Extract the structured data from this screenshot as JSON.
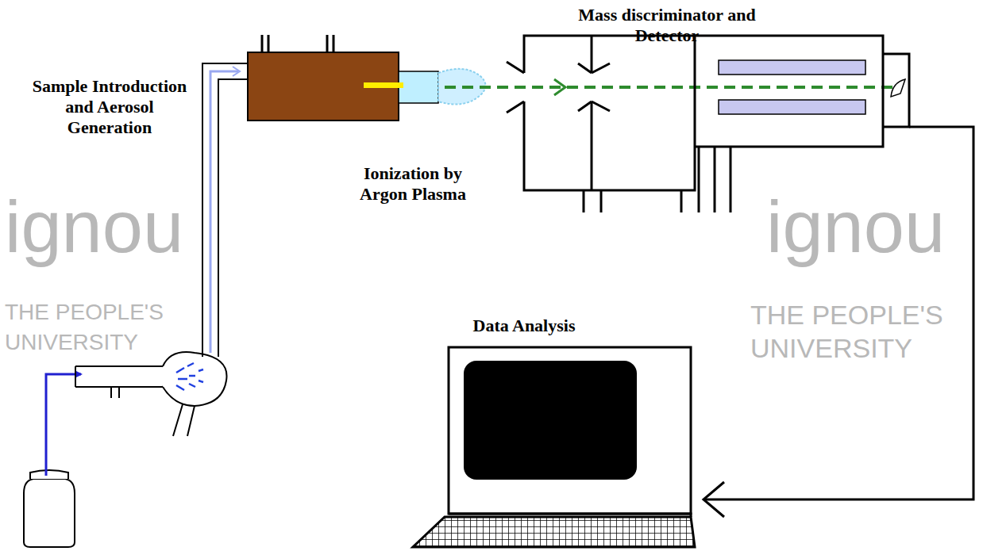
{
  "diagram": {
    "labels": [
      "Sample Introduction and Aerosol Generation",
      "Ionization by Argon Plasma",
      "Mass discriminator and Detector",
      "Data Analysis",
      "ignou",
      "THE PEOPLE'S",
      "UNIVERSITY",
      "ignou",
      "THE PEOPLE'S",
      "UNIVERSITY"
    ]
  }
}
